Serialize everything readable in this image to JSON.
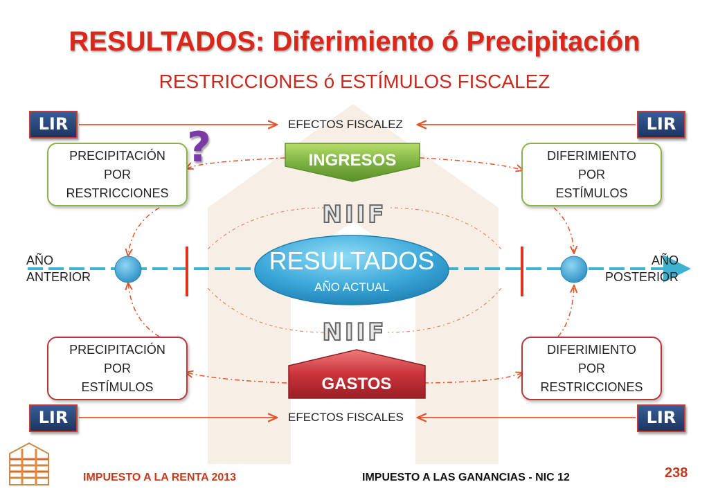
{
  "title": "RESULTADOS: Diferimiento ó Precipitación",
  "subtitle": "RESTRICCIONES ó ESTÍMULOS FISCALEZ",
  "lir_label": "LIR",
  "top_effects": "EFECTOS FISCALEZ",
  "bottom_effects": "EFECTOS FISCALES",
  "question_mark": "?",
  "ingresos": "INGRESOS",
  "gastos": "GASTOS",
  "niif": "NIIF",
  "resultados": "RESULTADOS",
  "ano_actual": "AÑO ACTUAL",
  "boxes": {
    "top_left": [
      "PRECIPITACIÓN",
      "POR",
      "RESTRICCIONES"
    ],
    "top_right": [
      "DIFERIMIENTO",
      "POR",
      "ESTÍMULOS"
    ],
    "bottom_left": [
      "PRECIPITACIÓN",
      "POR",
      "ESTÍMULOS"
    ],
    "bottom_right": [
      "DIFERIMIENTO",
      "POR",
      "RESTRICCIONES"
    ]
  },
  "ano_anterior": [
    "AÑO",
    "ANTERIOR"
  ],
  "ano_posterior": [
    "AÑO",
    "POSTERIOR"
  ],
  "footer_left": "IMPUESTO A LA RENTA 2013",
  "footer_right": "IMPUESTO A LAS GANANCIAS - NIC 12",
  "page_number": "238",
  "colors": {
    "title": "#d8281b",
    "ingresos": "#7db342",
    "gastos": "#c9343a",
    "resultados": "#3aa7d8",
    "footer_left": "#c43a1c"
  }
}
